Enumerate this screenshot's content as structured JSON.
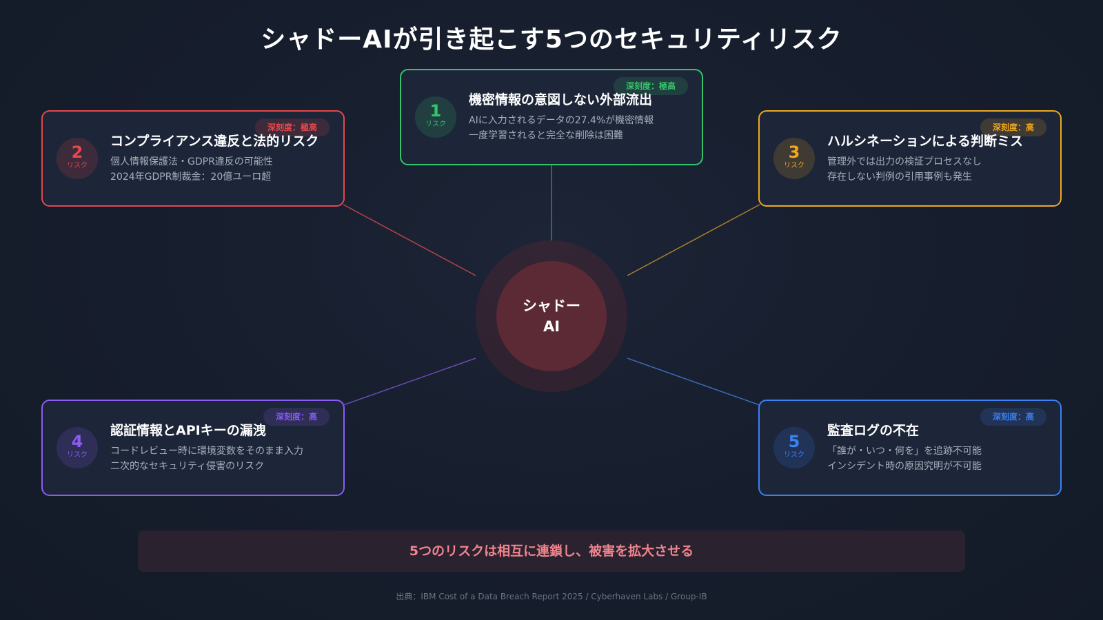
{
  "title": "シャドーAIが引き起こす5つのセキュリティリスク",
  "center": {
    "line1": "シャドー",
    "line2": "AI"
  },
  "risks": [
    {
      "number": "1",
      "sub": "リスク",
      "badge": "深刻度：極高",
      "title": "機密情報の意図しない外部流出",
      "line1": "AIに入力されるデータの27.4%が機密情報",
      "line2": "一度学習されると完全な削除は困難",
      "color": "#35c46b"
    },
    {
      "number": "2",
      "sub": "リスク",
      "badge": "深刻度：極高",
      "title": "コンプライアンス違反と法的リスク",
      "line1": "個人情報保護法・GDPR違反の可能性",
      "line2": "2024年GDPR制裁金：20億ユーロ超",
      "color": "#e5484d"
    },
    {
      "number": "3",
      "sub": "リスク",
      "badge": "深刻度：高",
      "title": "ハルシネーションによる判断ミス",
      "line1": "管理外では出力の検証プロセスなし",
      "line2": "存在しない判例の引用事例も発生",
      "color": "#f0a91f"
    },
    {
      "number": "4",
      "sub": "リスク",
      "badge": "深刻度：高",
      "title": "認証情報とAPIキーの漏洩",
      "line1": "コードレビュー時に環境変数をそのまま入力",
      "line2": "二次的なセキュリティ侵害のリスク",
      "color": "#8b5cf6"
    },
    {
      "number": "5",
      "sub": "リスク",
      "badge": "深刻度：高",
      "title": "監査ログの不在",
      "line1": "「誰が・いつ・何を」を追跡不可能",
      "line2": "インシデント時の原因究明が不可能",
      "color": "#3b82f6"
    }
  ],
  "footer": "5つのリスクは相互に連鎖し、被害を拡大させる",
  "source": "出典：IBM Cost of a Data Breach Report 2025 / Cyberhaven Labs / Group-IB"
}
